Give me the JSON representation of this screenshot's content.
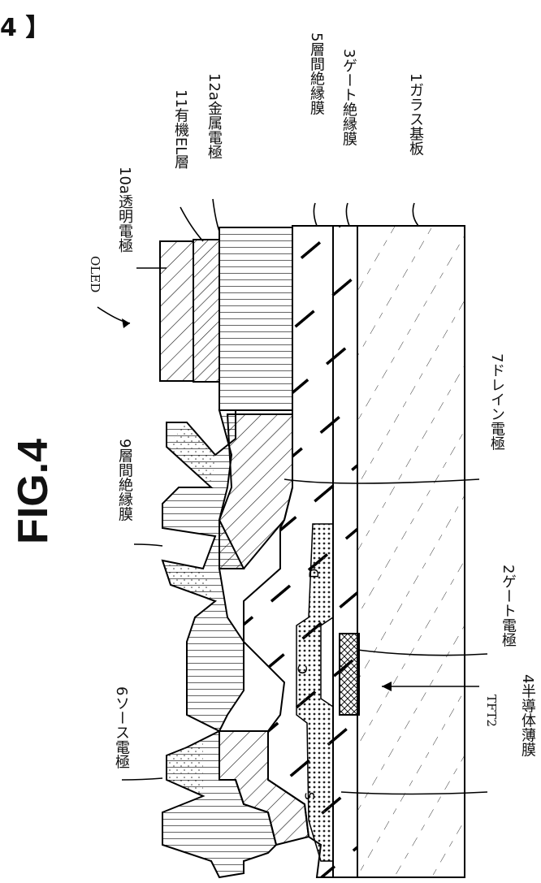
{
  "header": {
    "bracket_text": "4 】"
  },
  "figure": {
    "title": "FIG.4"
  },
  "labels": {
    "glass": "1ガラス基板",
    "gate_ins": "3ゲート絶縁膜",
    "interlayer5": "5層間絶縁膜",
    "metal": "12a金属電極",
    "organic": "11有機EL層",
    "transparent": "10a透明電極",
    "oled": "OLED",
    "drain": "7ドレイン電極",
    "interlayer9": "9層間絶縁膜",
    "gate_elec": "2ゲート電極",
    "tft": "TFT2",
    "source": "6ソース電極",
    "semi": "4半導体薄膜"
  },
  "region_letters": {
    "s": "S",
    "c": "C",
    "d": "D"
  }
}
